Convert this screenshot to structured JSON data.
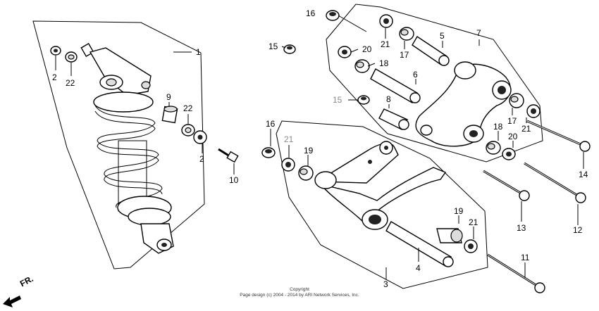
{
  "diagram": {
    "callouts": [
      {
        "id": "c1",
        "label": "1"
      },
      {
        "id": "c2a",
        "label": "2"
      },
      {
        "id": "c22a",
        "label": "22"
      },
      {
        "id": "c9",
        "label": "9"
      },
      {
        "id": "c22b",
        "label": "22"
      },
      {
        "id": "c2b",
        "label": "2"
      },
      {
        "id": "c10",
        "label": "10"
      },
      {
        "id": "c16a",
        "label": "16"
      },
      {
        "id": "c15a",
        "label": "15"
      },
      {
        "id": "c21a",
        "label": "21"
      },
      {
        "id": "c17a",
        "label": "17"
      },
      {
        "id": "c20a",
        "label": "20"
      },
      {
        "id": "c18a",
        "label": "18"
      },
      {
        "id": "c5",
        "label": "5"
      },
      {
        "id": "c7",
        "label": "7"
      },
      {
        "id": "c6",
        "label": "6"
      },
      {
        "id": "c15b",
        "label": "15"
      },
      {
        "id": "c8",
        "label": "8"
      },
      {
        "id": "c17b",
        "label": "17"
      },
      {
        "id": "c21b",
        "label": "21"
      },
      {
        "id": "c18b",
        "label": "18"
      },
      {
        "id": "c20b",
        "label": "20"
      },
      {
        "id": "c14",
        "label": "14"
      },
      {
        "id": "c16b",
        "label": "16"
      },
      {
        "id": "c21c",
        "label": "21"
      },
      {
        "id": "c19a",
        "label": "19"
      },
      {
        "id": "c13",
        "label": "13"
      },
      {
        "id": "c12",
        "label": "12"
      },
      {
        "id": "c19b",
        "label": "19"
      },
      {
        "id": "c21d",
        "label": "21"
      },
      {
        "id": "c4",
        "label": "4"
      },
      {
        "id": "c3",
        "label": "3"
      },
      {
        "id": "c11",
        "label": "11"
      }
    ],
    "direction_label": "FR.",
    "copyright_line1": "Copyright",
    "copyright_line2": "Page design (c) 2004 - 2014 by ARI Network Services, Inc."
  },
  "colors": {
    "ink": "#000000",
    "callout_highlight": "#8a8a8a"
  }
}
